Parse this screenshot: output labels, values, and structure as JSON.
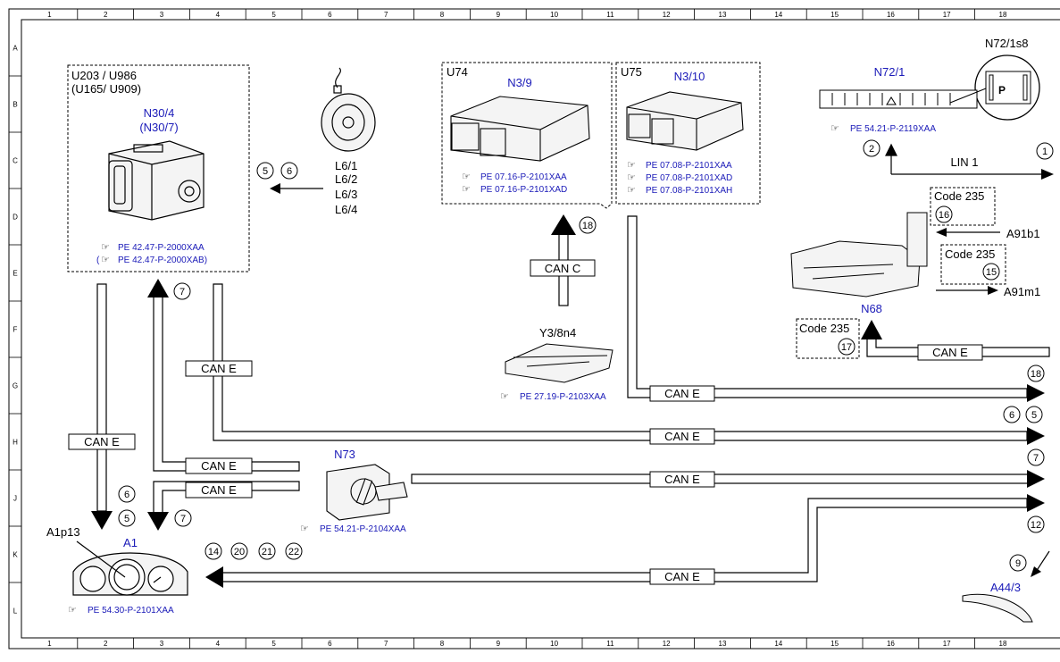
{
  "colors": {
    "blue": "#1a1ab8",
    "black": "#000000"
  },
  "grid": {
    "cols": [
      "1",
      "2",
      "3",
      "4",
      "5",
      "6",
      "7",
      "8",
      "9",
      "10",
      "11",
      "12",
      "13",
      "14",
      "15",
      "16",
      "17",
      "18"
    ],
    "rows": [
      "A",
      "B",
      "C",
      "D",
      "E",
      "F",
      "G",
      "H",
      "J",
      "K",
      "L"
    ]
  },
  "esp": {
    "label1": "U203 / U986",
    "label2": "(U165/ U909)",
    "name1": "N30/4",
    "name2": "(N30/7)",
    "ref1": "PE 42.47-P-2000XAA",
    "ref2": "(",
    "ref2b": "PE 42.47-P-2000XAB)"
  },
  "wheel": {
    "l1": "L6/1",
    "l2": "L6/2",
    "l3": "L6/3",
    "l4": "L6/4"
  },
  "me": {
    "u1": "U74",
    "n1": "N3/9",
    "r1": "PE 07.16-P-2101XAA",
    "r2": "PE 07.16-P-2101XAD",
    "u2": "U75",
    "n2": "N3/10",
    "r3": "PE 07.08-P-2101XAA",
    "r4": "PE 07.08-P-2101XAD",
    "r5": "PE 07.08-P-2101XAH"
  },
  "n72": {
    "switch": "N72/1s8",
    "name": "N72/1",
    "ref": "PE 54.21-P-2119XAA",
    "lin": "LIN 1",
    "p": "P"
  },
  "n68": {
    "code_a": "Code 235",
    "code_b": "Code 235",
    "code_c": "Code 235",
    "a1": "A91b1",
    "a2": "A91m1",
    "name": "N68"
  },
  "y3": {
    "name": "Y3/8n4",
    "ref": "PE 27.19-P-2103XAA"
  },
  "n73": {
    "name": "N73",
    "ref": "PE 54.21-P-2104XAA"
  },
  "a1": {
    "code": "A1p13",
    "name": "A1",
    "ref": "PE 54.30-P-2101XAA"
  },
  "a44": {
    "name": "A44/3"
  },
  "buses": {
    "can_e": "CAN E",
    "can_c": "CAN C"
  },
  "circles": {
    "c1": "1",
    "c2": "2",
    "c5": "5",
    "c6": "6",
    "c7": "7",
    "c9": "9",
    "c12": "12",
    "c14": "14",
    "c15": "15",
    "c16": "16",
    "c17": "17",
    "c18": "18",
    "c20": "20",
    "c21": "21",
    "c22": "22"
  }
}
